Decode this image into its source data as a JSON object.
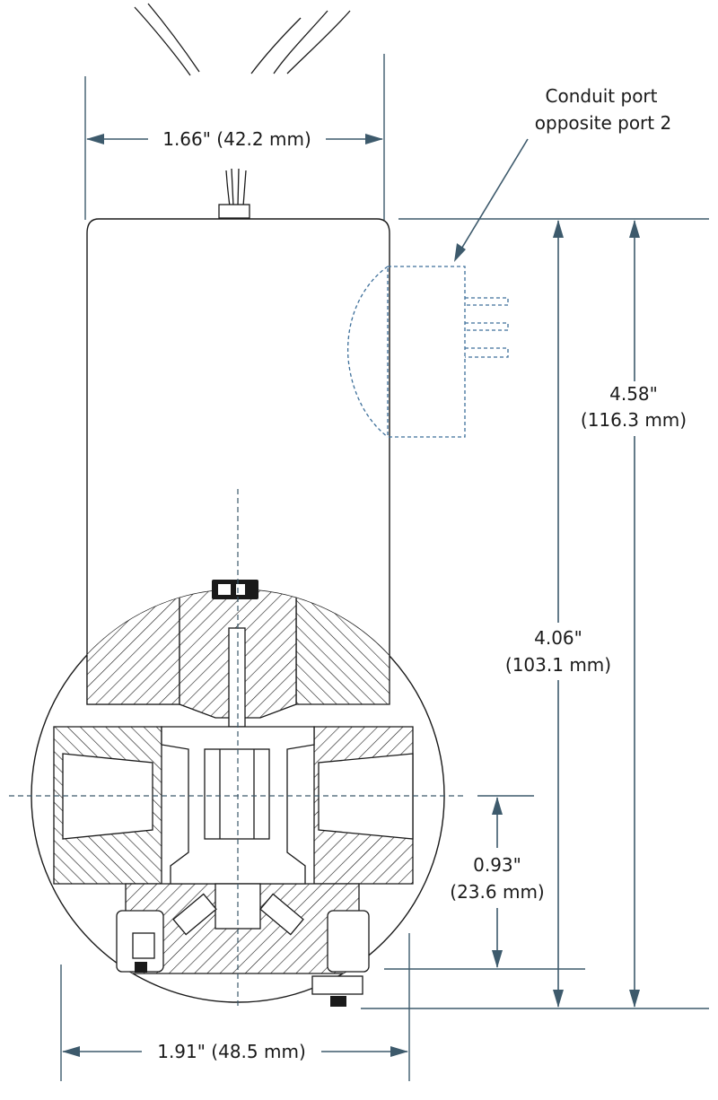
{
  "dimensions": {
    "width_top": "1.66\" (42.2 mm)",
    "height_overall_1": "4.58\"",
    "height_overall_2": "(116.3 mm)",
    "height_body_1": "4.06\"",
    "height_body_2": "(103.1 mm)",
    "port_height_1": "0.93\"",
    "port_height_2": "(23.6 mm)",
    "width_bottom": "1.91\" (48.5 mm)"
  },
  "callouts": {
    "conduit_line_1": "Conduit port",
    "conduit_line_2": "opposite port 2"
  },
  "colors": {
    "dimension": "#3d5a6c",
    "outline": "#1a1a1a",
    "hidden_line": "#3d6f9a"
  }
}
